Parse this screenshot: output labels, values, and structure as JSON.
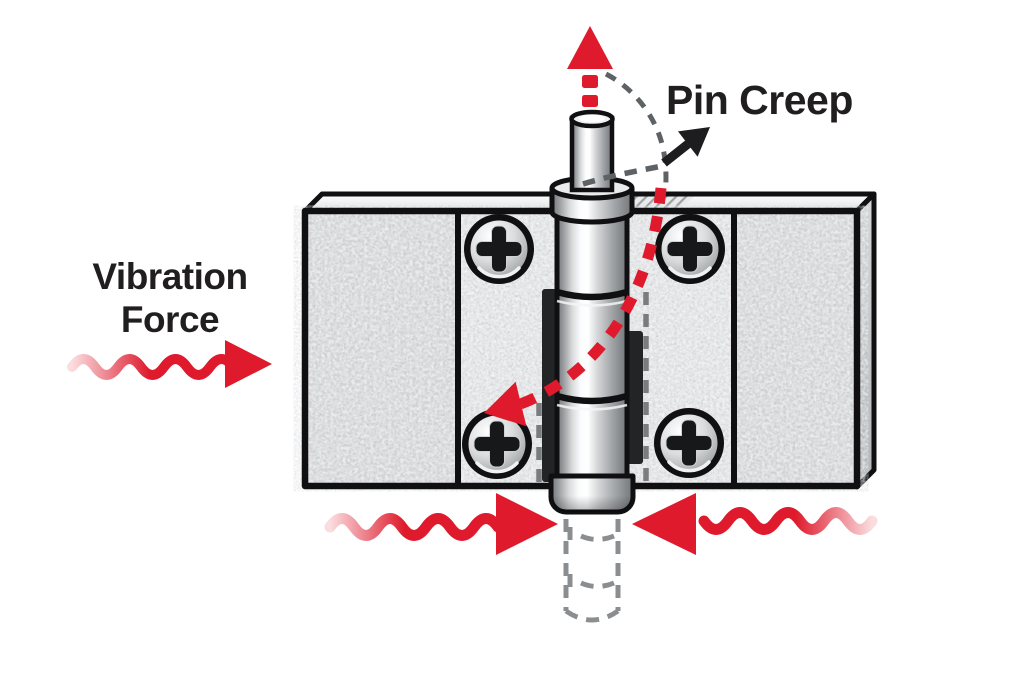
{
  "labels": {
    "vibration_force": "Vibration Force",
    "pin_creep": "Pin Creep"
  },
  "colors": {
    "background": "#ffffff",
    "arrow_red": "#de1a2c",
    "ink": "#211e1f",
    "outline": "#101012",
    "plate_gray": "#d8dadc",
    "leaf_gray": "#e6e8e9",
    "metal_highlight": "#ffffff",
    "metal_shadow": "#74777a",
    "guide_dash_gray": "#5f6265",
    "ghost_dash_gray": "#8b8e90"
  },
  "icons": {
    "pin_up_arrow": "red-dashed-arrow-up",
    "creep_path_arrow": "red-dashed-arc-with-left-arrowhead",
    "pin_creep_pointer": "black-arrow-up-right",
    "vibration_wave_left": "red-wavy-arrow-right",
    "vibration_wave_bottom_left": "red-wavy-arrow-right",
    "vibration_wave_bottom_right": "red-wavy-arrow-left",
    "pin_ghost": "gray-dashed-cylinder-outline",
    "screw": "phillips-screw-head"
  }
}
